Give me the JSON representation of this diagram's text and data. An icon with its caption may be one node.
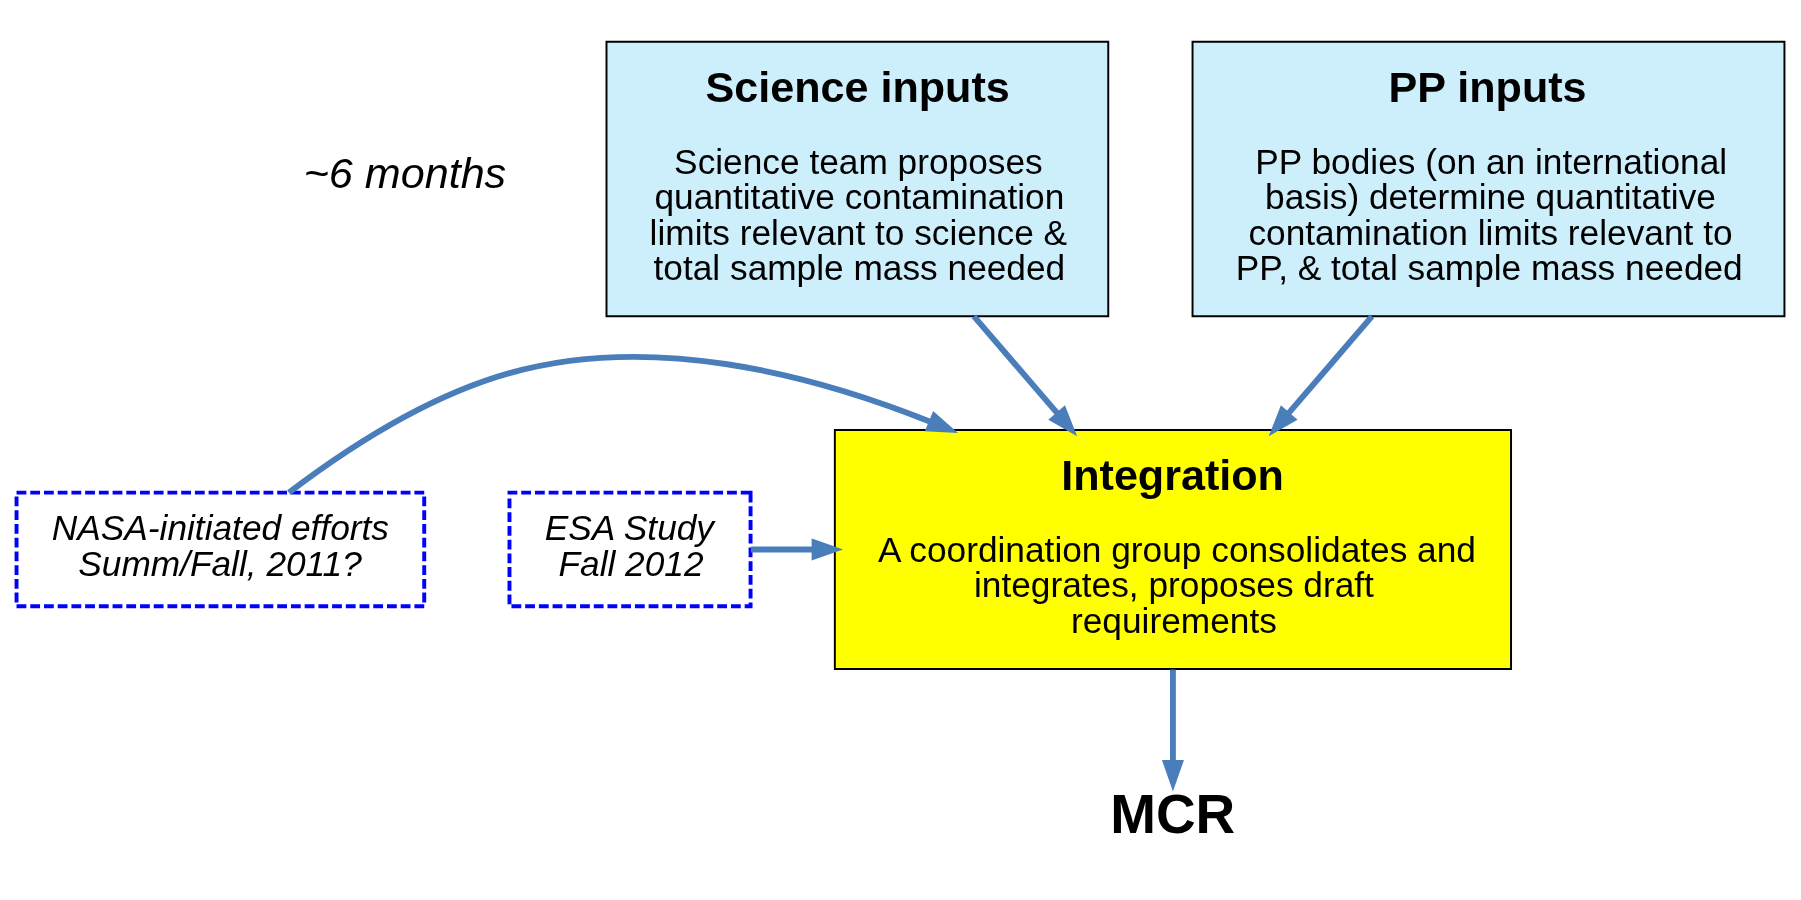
{
  "diagram": {
    "nodes": [
      {
        "text": [
          "Science inputs",
          "Science team proposes quantitative contamination limits relevant to science & total sample mass needed"
        ]
      },
      {
        "text": [
          "PP inputs",
          "PP bodies (on an international basis) determine quantitative contamination limits relevant to PP, & total sample mass needed"
        ]
      },
      {
        "text": [
          "Integration",
          "A coordination group consolidates and integrates, proposes draft requirements"
        ]
      },
      {
        "text": [
          "NASA-initiated efforts Summ/Fall, 2011?"
        ]
      },
      {
        "text": [
          "ESA Study Fall 2012"
        ]
      },
      {
        "text": [
          "MCR"
        ]
      }
    ],
    "edges": [
      {
        "from": 0,
        "to": 2,
        "arrow": "to"
      },
      {
        "from": 1,
        "to": 2,
        "arrow": "to"
      },
      {
        "from": 3,
        "to": 2,
        "arrow": "to"
      },
      {
        "from": 4,
        "to": 2,
        "arrow": "to"
      },
      {
        "from": 2,
        "to": 5,
        "arrow": "to"
      }
    ],
    "labels": [
      "~6 months"
    ]
  }
}
